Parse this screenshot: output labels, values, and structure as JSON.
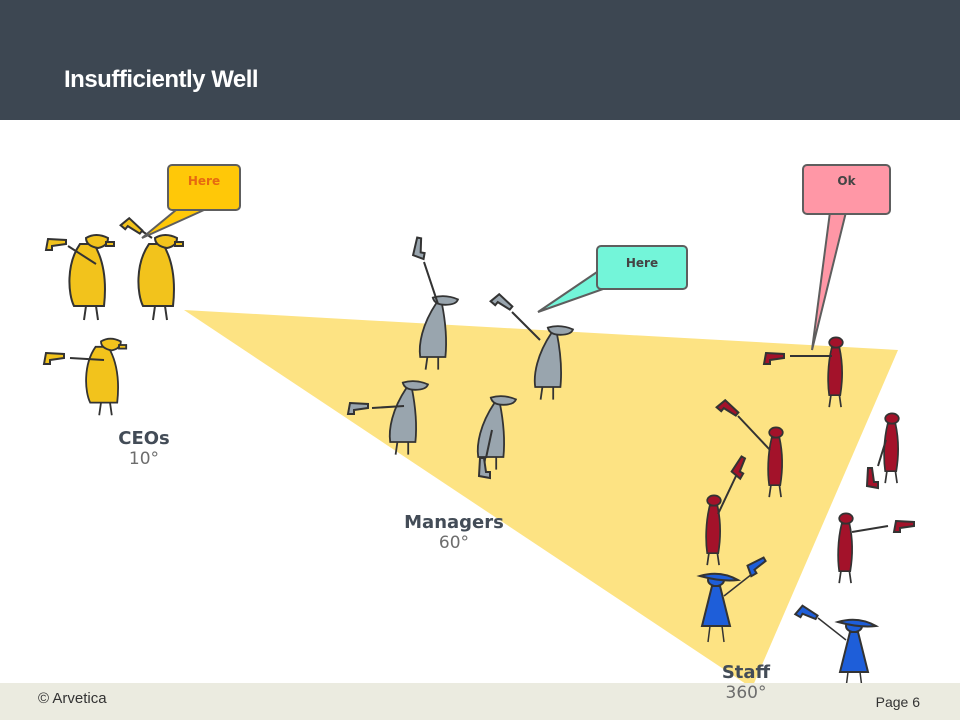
{
  "slide": {
    "title": "Insufficiently Well",
    "footer_left": "© Arvetica",
    "footer_right": "Page 6"
  },
  "colors": {
    "header_bg": "#3d4752",
    "footer_bg": "#ebebe0",
    "triangle_fill": "#fde383",
    "ceo_color": "#f2c31c",
    "manager_color": "#99a5ae",
    "staff_red": "#a3122a",
    "staff_blue": "#1e5ed9"
  },
  "bubbles": {
    "ceo": {
      "text": "Here",
      "color": "#ffc808",
      "text_color": "#e66a10"
    },
    "manager": {
      "text": "Here",
      "color": "#73f5d9",
      "text_color": "#444444"
    },
    "staff": {
      "text": "Ok",
      "color": "#ff97a6",
      "text_color": "#444444"
    }
  },
  "groups": {
    "ceos": {
      "name": "CEOs",
      "degrees": "10°"
    },
    "managers": {
      "name": "Managers",
      "degrees": "60°"
    },
    "staff": {
      "name": "Staff",
      "degrees": "360°"
    }
  }
}
